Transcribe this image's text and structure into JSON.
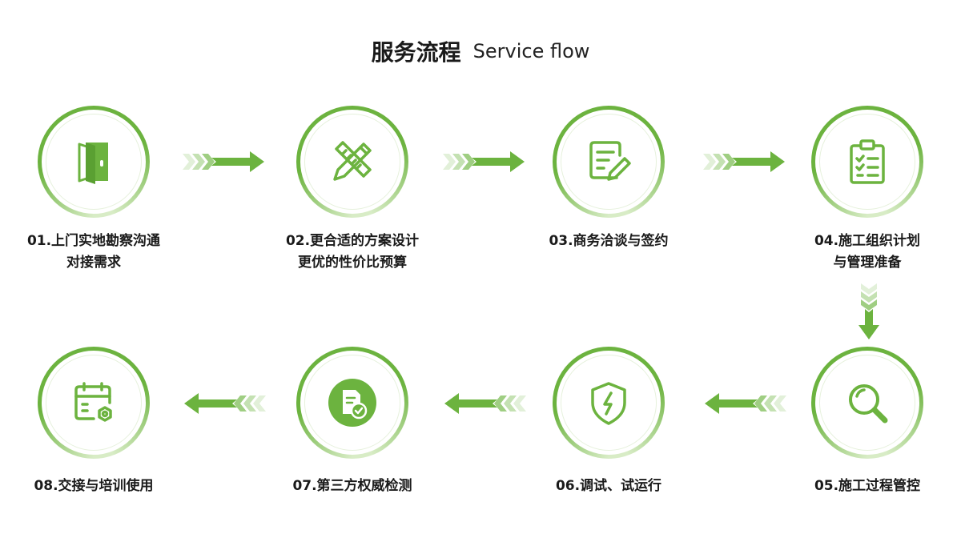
{
  "header": {
    "title_cn": "服务流程",
    "title_en": "Service flow"
  },
  "colors": {
    "accent": "#6cb33f",
    "accent_light": "#d8ecc6",
    "text": "#1a1a1a"
  },
  "steps": [
    {
      "num": "01",
      "line1": "01.上门实地勘察沟通",
      "line2": "对接需求",
      "icon": "door-icon"
    },
    {
      "num": "02",
      "line1": "02.更合适的方案设计",
      "line2": "更优的性价比预算",
      "icon": "pencil-ruler-icon"
    },
    {
      "num": "03",
      "line1": "03.商务洽谈与签约",
      "line2": "",
      "icon": "contract-sign-icon"
    },
    {
      "num": "04",
      "line1": "04.施工组织计划",
      "line2": "与管理准备",
      "icon": "clipboard-checklist-icon"
    },
    {
      "num": "05",
      "line1": "05.施工过程管控",
      "line2": "",
      "icon": "magnifier-icon"
    },
    {
      "num": "06",
      "line1": "06.调试、试运行",
      "line2": "",
      "icon": "shield-bolt-icon"
    },
    {
      "num": "07",
      "line1": "07.第三方权威检测",
      "line2": "",
      "icon": "document-check-icon"
    },
    {
      "num": "08",
      "line1": "08.交接与培训使用",
      "line2": "",
      "icon": "calendar-gear-icon"
    }
  ]
}
